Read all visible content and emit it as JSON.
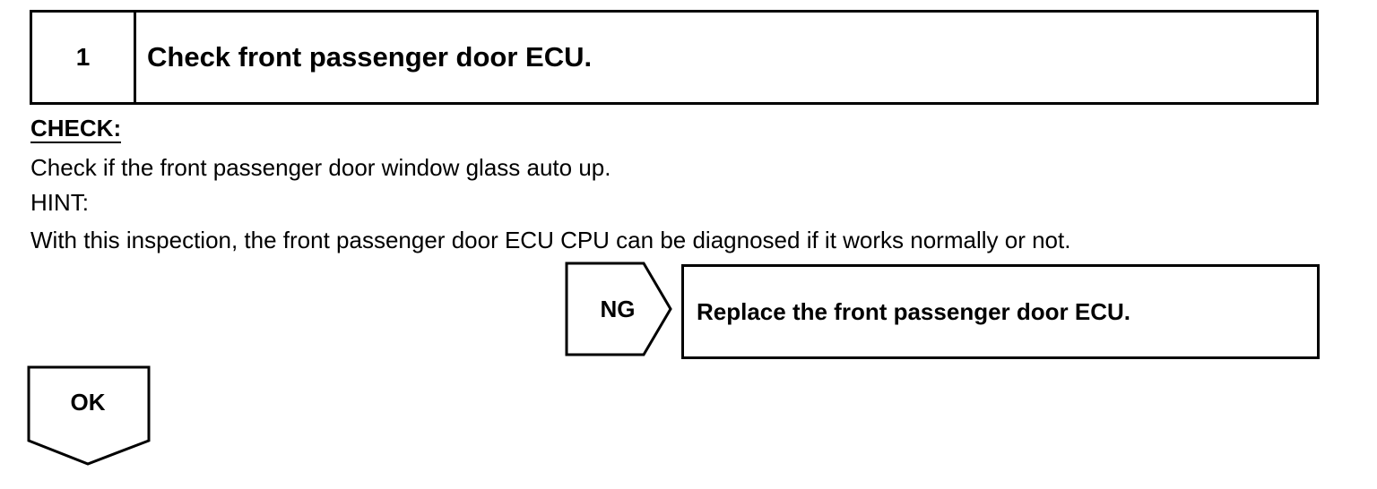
{
  "step": {
    "number": "1",
    "title": "Check front passenger door ECU."
  },
  "check": {
    "label": "CHECK:",
    "text": "Check if the front passenger door window glass auto up."
  },
  "hint": {
    "label": "HINT:",
    "text": "With this inspection, the front passenger door ECU CPU can be diagnosed if it works normally or not."
  },
  "ng": {
    "label": "NG",
    "action": "Replace the front passenger door ECU."
  },
  "ok": {
    "label": "OK"
  }
}
